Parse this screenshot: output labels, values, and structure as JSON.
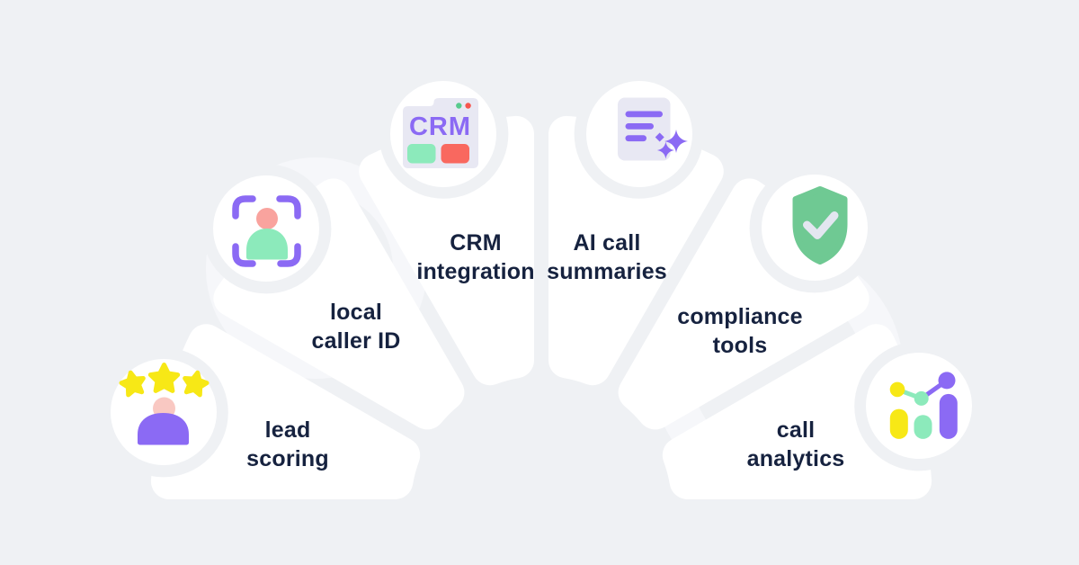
{
  "features": [
    {
      "id": "lead-scoring",
      "label": "lead scoring",
      "line1": "lead",
      "line2": "scoring",
      "icon": "person-stars-icon"
    },
    {
      "id": "local-caller-id",
      "label": "local caller ID",
      "line1": "local",
      "line2": "caller ID",
      "icon": "person-focus-frame-icon"
    },
    {
      "id": "crm-integration",
      "label": "CRM integration",
      "line1": "CRM",
      "line2": "integration",
      "icon": "crm-browser-window-icon",
      "icon_text": "CRM"
    },
    {
      "id": "ai-call-summaries",
      "label": "AI call summaries",
      "line1": "AI call",
      "line2": "summaries",
      "icon": "document-sparkles-icon"
    },
    {
      "id": "compliance-tools",
      "label": "compliance tools",
      "line1": "compliance",
      "line2": "tools",
      "icon": "shield-checkmark-icon"
    },
    {
      "id": "call-analytics",
      "label": "call analytics",
      "line1": "call",
      "line2": "analytics",
      "icon": "bar-chart-trendline-icon"
    }
  ],
  "palette": {
    "background": "#eff1f4",
    "panel": "#ffffff",
    "ink": "#16223f",
    "decor": "#f6f7fa",
    "purple": "#8b6af4",
    "lavender": "#e8e8f3",
    "mint": "#8ceabb",
    "shield_green": "#6fc993",
    "yellow": "#f7e816",
    "pink": "#f9c8c2",
    "salmon": "#f9a39e",
    "coral": "#f9685f",
    "dot_red": "#f6564e",
    "dot_green": "#58cb8d",
    "check_light": "#e3e6f0"
  }
}
